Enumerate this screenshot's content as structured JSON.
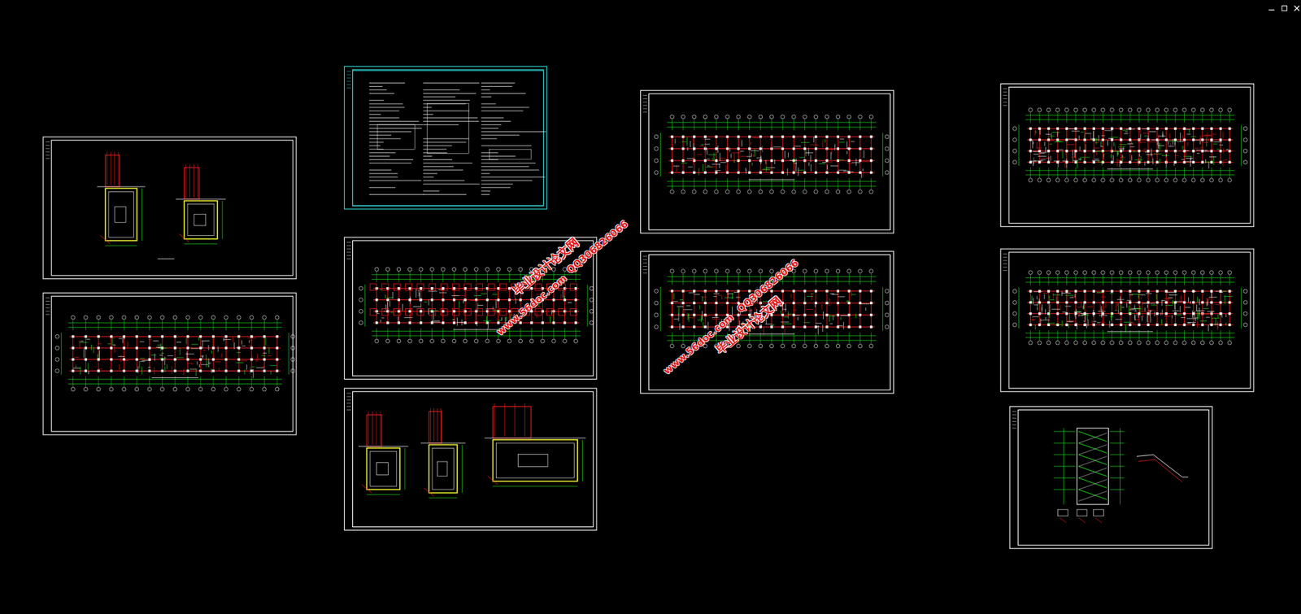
{
  "diagram": {
    "labels": [
      "毕业设计论文网",
      "www.56doc.com",
      "QQ306826066",
      "毕业设计论文网",
      "www.56doc.com",
      "QQ306826066"
    ]
  }
}
